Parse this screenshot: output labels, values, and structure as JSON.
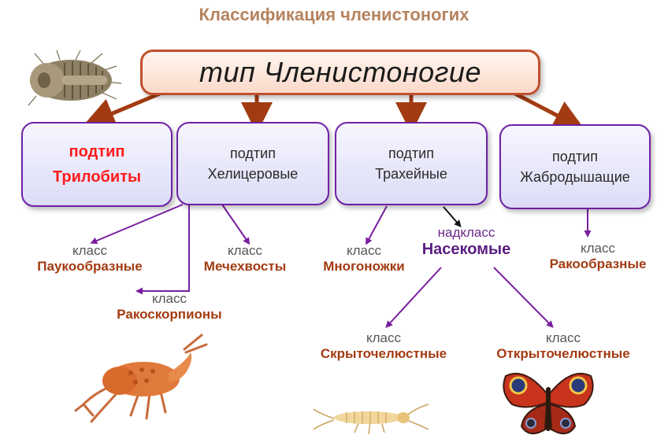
{
  "title": "Классификация членистоногих",
  "type": {
    "label": "тип Членистоногие"
  },
  "subtypes": [
    {
      "line1": "подтип",
      "line2": "Трилобиты"
    },
    {
      "line1": "подтип",
      "line2": "Хелицеровые"
    },
    {
      "line1": "подтип",
      "line2": "Трахейные"
    },
    {
      "line1": "подтип",
      "line2": "Жабродышащие"
    }
  ],
  "classes": {
    "class_word": "класс",
    "paukoobraznye": "Паукообразные",
    "mechekhvosty": "Мечехвосты",
    "rakoskorpiony": "Ракоскорпионы",
    "mnogonozhki": "Многоножки",
    "rakoobraznye": "Ракообразные",
    "skrytochelyustnye": "Скрыточелюстные",
    "otkrytochelyustnye": "Открыточелюстные"
  },
  "superclass": {
    "word": "надкласс",
    "name": "Насекомые"
  },
  "colors": {
    "title": "#b5835e",
    "type_border": "#c0502e",
    "subtype_border": "#6e20a6",
    "arrow_brown": "#a33b12",
    "arrow_purple": "#7a1fa0",
    "class_name": "#a33b12"
  }
}
